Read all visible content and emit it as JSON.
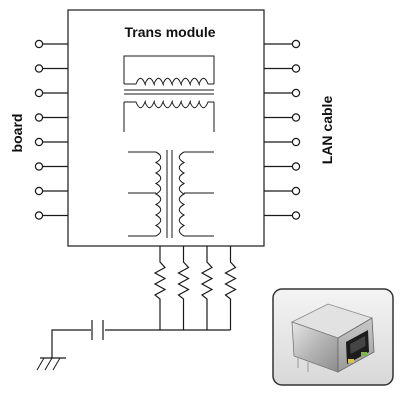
{
  "module": {
    "title": "Trans module"
  },
  "sides": {
    "left_label": "board",
    "right_label": "LAN cable"
  },
  "terminals": {
    "left_count": 8,
    "right_count": 8
  },
  "resistor_count": 4,
  "colors": {
    "line": "#1a1a1a",
    "photo_frame": "#333333"
  },
  "icons": {
    "ground": "ground-icon",
    "capacitor": "capacitor-icon",
    "connector": "rj45-jack-icon"
  }
}
